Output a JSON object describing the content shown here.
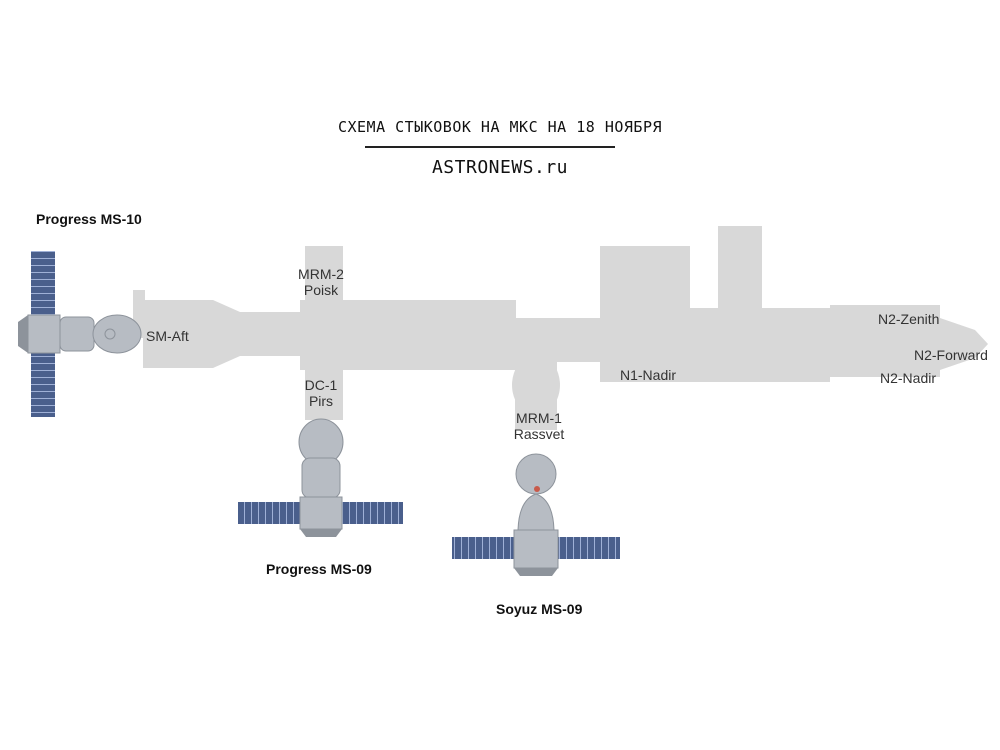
{
  "header": {
    "title": "СХЕМА СТЫКОВОК НА МКС НА 18 НОЯБРЯ",
    "site": "ASTRONEWS.ru"
  },
  "ports": {
    "sm_aft": "SM-Aft",
    "mrm2": [
      "MRM-2",
      "Poisk"
    ],
    "dc1": [
      "DC-1",
      "Pirs"
    ],
    "mrm1": [
      "MRM-1",
      "Rassvet"
    ],
    "n1_nadir": "N1-Nadir",
    "n2_zenith": "N2-Zenith",
    "n2_forward": "N2-Forward",
    "n2_nadir": "N2-Nadir"
  },
  "spacecraft": {
    "progress_ms10": "Progress MS-10",
    "progress_ms09": "Progress MS-09",
    "soyuz_ms09": "Soyuz MS-09"
  },
  "colors": {
    "station": "#d8d8d8",
    "craft_body": "#b7bcc3",
    "craft_dark": "#8d939b",
    "solar_panel": "#4a5f8c",
    "solar_line": "#9fb0d6"
  }
}
